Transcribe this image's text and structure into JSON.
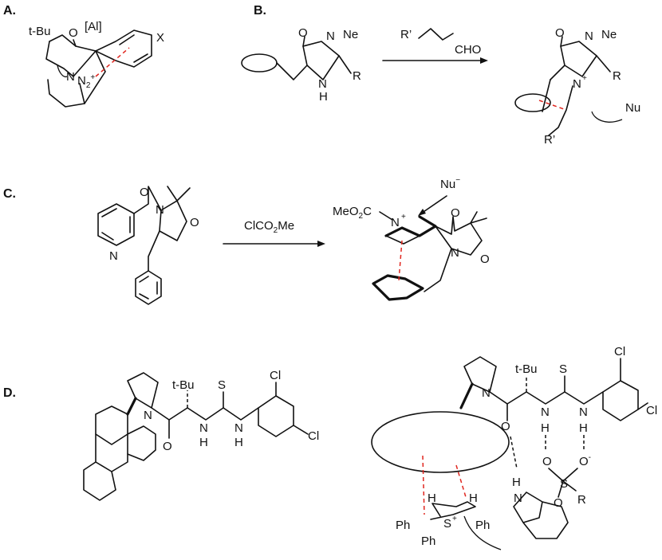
{
  "panels": {
    "a": {
      "label": "A.",
      "tbu": "t-Bu",
      "o_al": "O",
      "al": "[Al]",
      "n": "N",
      "n2": "N",
      "n2_sub": "2",
      "n2_charge": "+",
      "x": "X"
    },
    "b": {
      "label": "B.",
      "left": {
        "o": "O",
        "n_top": "N",
        "ne": "Ne",
        "nh_n": "N",
        "nh_h": "H",
        "r": "R"
      },
      "reagent": {
        "r_prime": "R’",
        "cho": "CHO"
      },
      "right": {
        "o": "O",
        "n_top": "N",
        "ne": "Ne",
        "n_plus": "N",
        "plus": "+",
        "r": "R",
        "r_prime": "R’",
        "nu": "Nu"
      }
    },
    "c": {
      "label": "C.",
      "left": {
        "o_carbonyl": "O",
        "n_ring": "N",
        "o_ring": "O",
        "n_pyr": "N"
      },
      "reagent": {
        "cl": "ClCO",
        "sub": "2",
        "me": "Me"
      },
      "right": {
        "meo2c": "MeO",
        "meo2c_sub": "2",
        "meo2c_c": "C",
        "n_plus": "N",
        "plus": "+",
        "nu": "Nu",
        "nu_charge": "−",
        "o_carbonyl": "O",
        "n_ring": "N",
        "o_ring": "O"
      }
    },
    "d": {
      "label": "D.",
      "left": {
        "n_pyr": "N",
        "o": "O",
        "tbu": "t-Bu",
        "s": "S",
        "nh1_n": "N",
        "nh1_h": "H",
        "nh2_n": "N",
        "nh2_h": "H",
        "cl1": "Cl",
        "cl2": "Cl"
      },
      "right": {
        "n_pyr": "N",
        "o": "O",
        "tbu": "t-Bu",
        "s": "S",
        "nh1_n": "N",
        "nh1_h": "H",
        "nh2_n": "N",
        "nh2_h": "H",
        "cl1": "Cl",
        "cl2": "Cl",
        "o1": "O",
        "o2": "O",
        "o2_charge": "-",
        "o3": "O",
        "s_center": "S",
        "r": "R",
        "h_ind": "H",
        "n_ind": "N",
        "h1": "H",
        "h2": "H",
        "s_plus": "S",
        "s_charge": "+",
        "ph1": "Ph",
        "ph2": "Ph",
        "ph3": "Ph"
      }
    }
  }
}
